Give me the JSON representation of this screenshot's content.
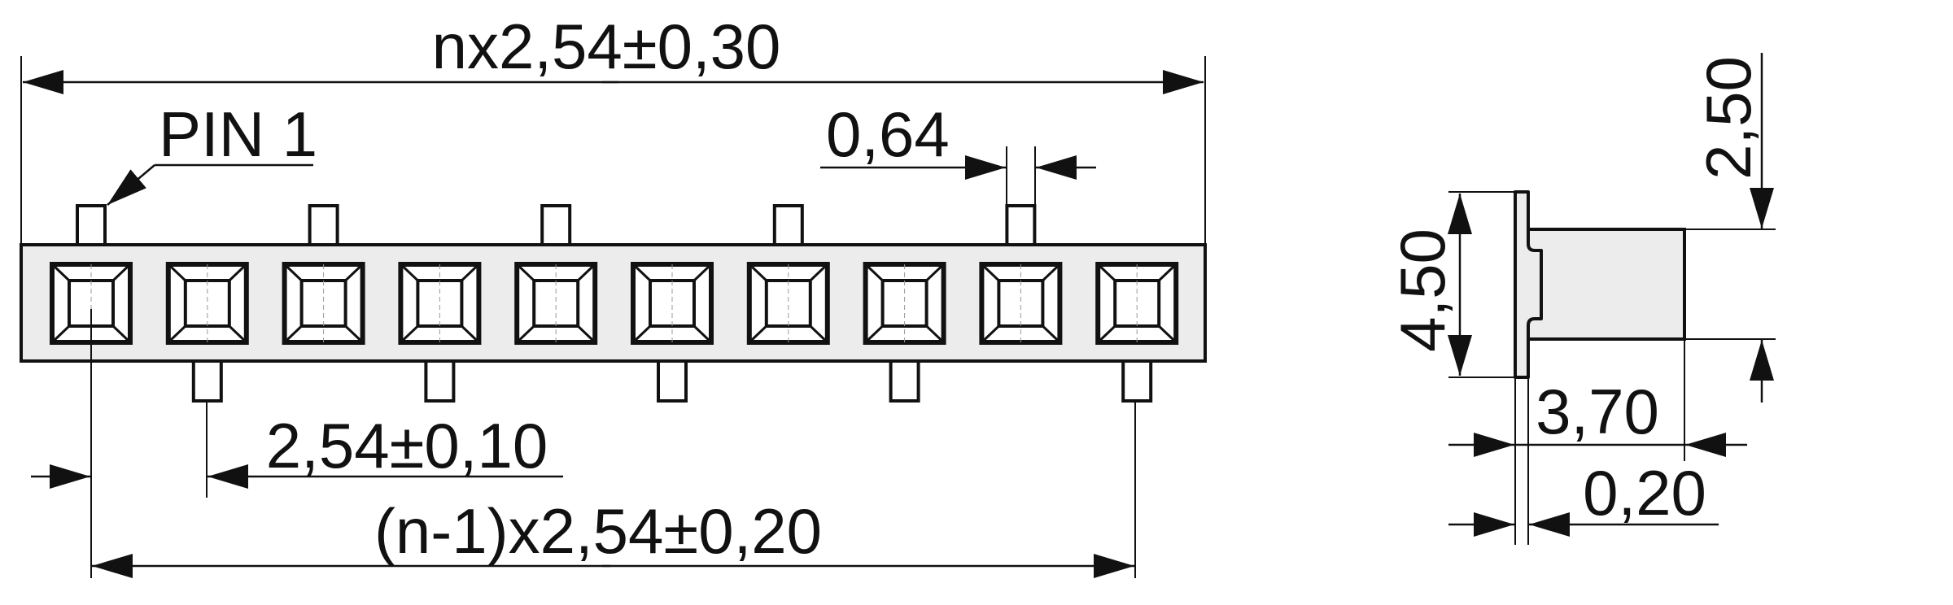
{
  "front_view": {
    "overall_length": "nx2,54±0,30",
    "pin1_label": "PIN 1",
    "pin_width": "0,64",
    "pitch": "2,54±0,10",
    "span": "(n-1)x2,54±0,20",
    "socket_count": 10
  },
  "side_view": {
    "height_above": "2,50",
    "total_height": "4,50",
    "depth": "3,70",
    "lead_thickness": "0,20"
  },
  "colors": {
    "body_fill": "#ececec",
    "line": "#111111"
  }
}
